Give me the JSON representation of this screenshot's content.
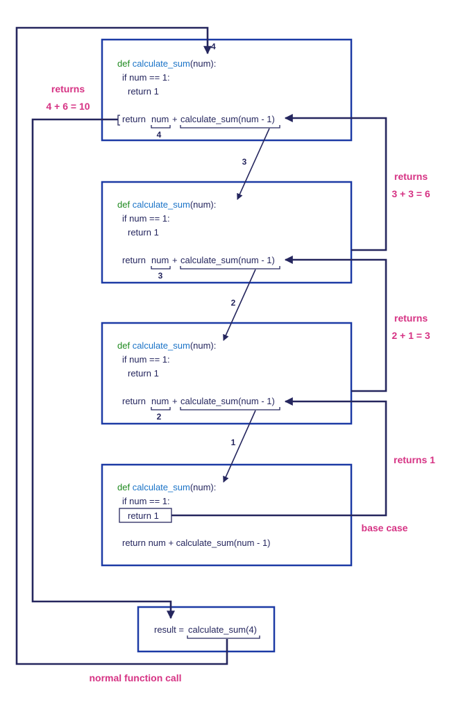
{
  "colors": {
    "box_border": "#1c3aa5",
    "arrow": "#25265e",
    "annotation": "#d63384",
    "keyword": "#1f8a1f",
    "function_name": "#1a73c7"
  },
  "code": {
    "def_kw": "def",
    "func_name": "calculate_sum",
    "params": "(num):",
    "if_line": "if num == 1:",
    "return_one": "return 1",
    "return_label": "return",
    "num_label": "num",
    "plus": "+",
    "recursive_call": "calculate_sum(num - 1)",
    "full_return": "return num + calculate_sum(num - 1)"
  },
  "calls": [
    {
      "num_value": "4",
      "incoming_arg": "4"
    },
    {
      "num_value": "3",
      "incoming_arg": "3"
    },
    {
      "num_value": "2",
      "incoming_arg": "2"
    },
    {
      "incoming_arg": "1"
    }
  ],
  "main_call": {
    "result_label": "result =",
    "call_text": "calculate_sum(4)"
  },
  "annotations": {
    "returns_top_line1": "returns",
    "returns_top_line2": "4 + 6 = 10",
    "returns_3_line1": "returns",
    "returns_3_line2": "3 + 3 = 6",
    "returns_2_line1": "returns",
    "returns_2_line2": "2 + 1 = 3",
    "returns_1": "returns 1",
    "base_case": "base case",
    "normal_call": "normal function call"
  }
}
